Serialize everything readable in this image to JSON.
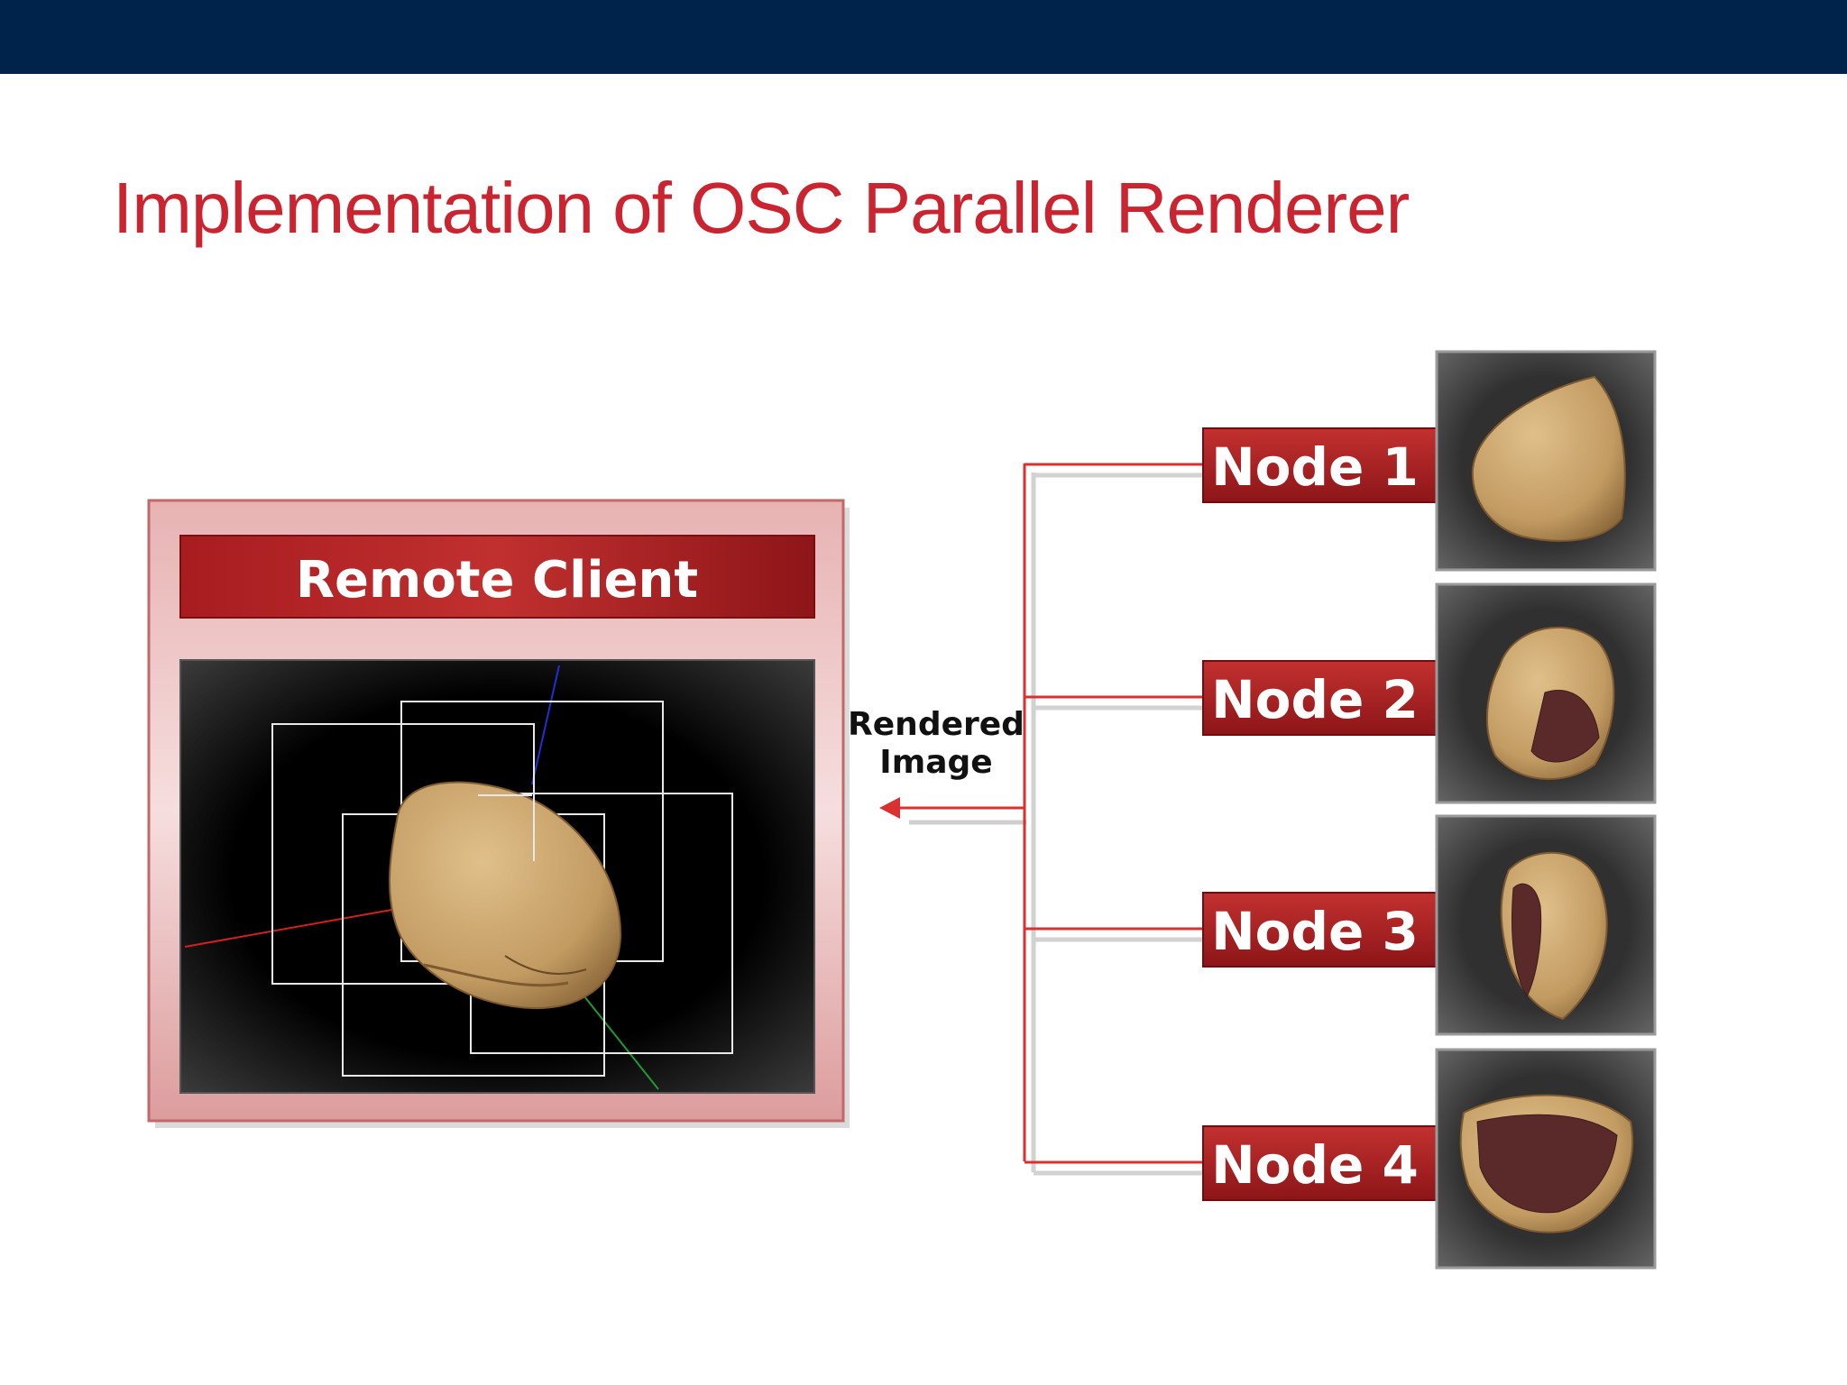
{
  "slide": {
    "title": "Implementation of OSC Parallel Renderer"
  },
  "diagram": {
    "client_label": "Remote Client",
    "arrow_label_line1": "Rendered",
    "arrow_label_line2": "Image",
    "nodes": [
      {
        "label": "Node 1"
      },
      {
        "label": "Node 2"
      },
      {
        "label": "Node 3"
      },
      {
        "label": "Node 4"
      }
    ]
  },
  "colors": {
    "top_bar": "#00234b",
    "title": "#c9242f",
    "accent_red": "#b32227",
    "line_red": "#d8312f",
    "skull": "#c9a46c",
    "tissue": "#5a2a2a"
  }
}
